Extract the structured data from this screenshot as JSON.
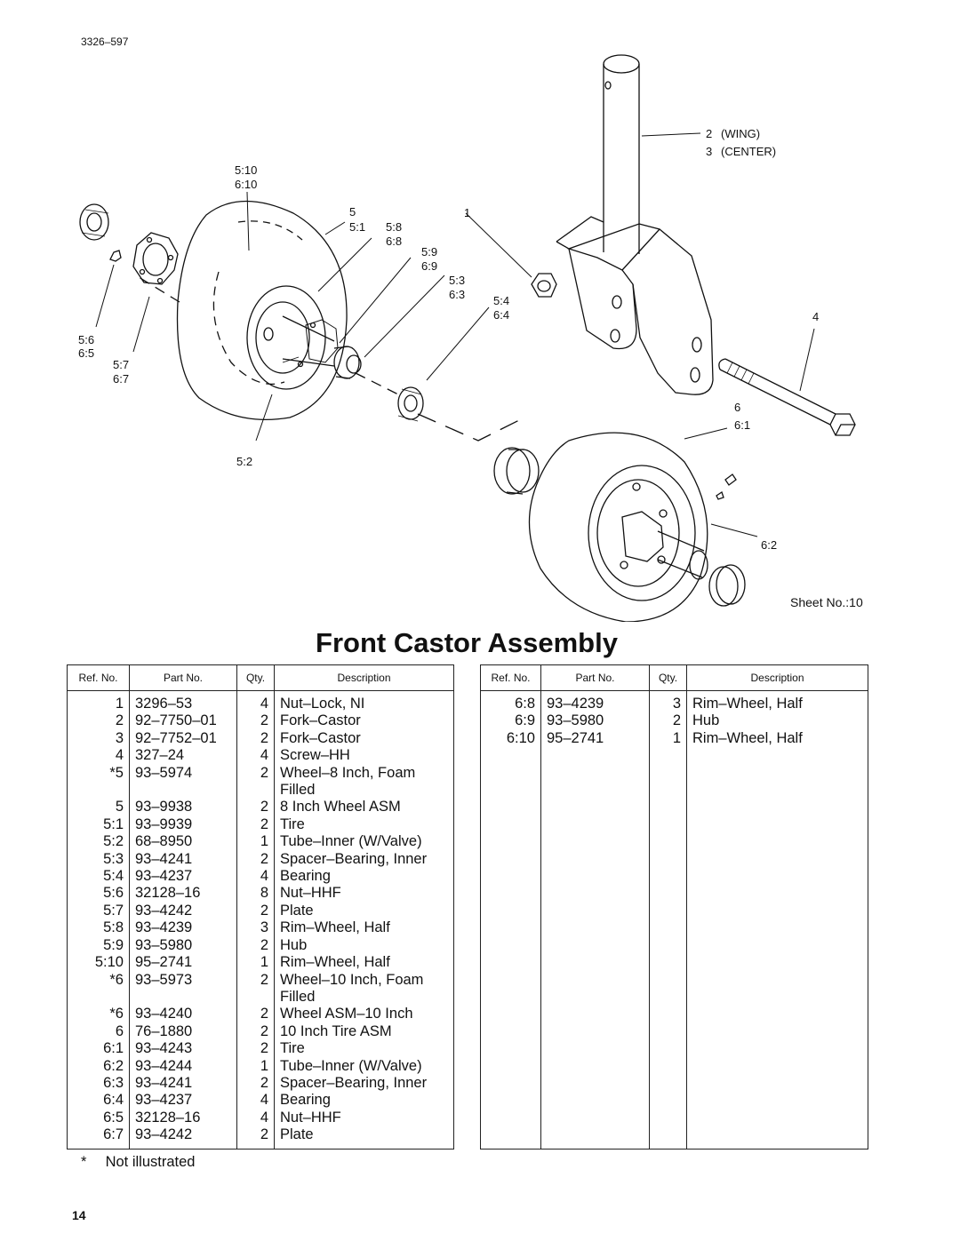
{
  "header": {
    "doc_number": "3326–597"
  },
  "diagram": {
    "callouts": {
      "c510": "5:10",
      "c610": "6:10",
      "c5": "5",
      "c51": "5:1",
      "c58": "5:8",
      "c68": "6:8",
      "c59": "5:9",
      "c69": "6:9",
      "c53": "5:3",
      "c63": "6:3",
      "c54": "5:4",
      "c64": "6:4",
      "c1": "1",
      "c2": "2",
      "c2t": "(WING)",
      "c3": "3",
      "c3t": "(CENTER)",
      "c4": "4",
      "c56": "5:6",
      "c65": "6:5",
      "c57": "5:7",
      "c67": "6:7",
      "c52": "5:2",
      "c6": "6",
      "c61": "6:1",
      "c62": "6:2"
    },
    "sheet_no": "Sheet No.:10"
  },
  "title": "Front Castor Assembly",
  "table_headers": {
    "ref": "Ref. No.",
    "part": "Part No.",
    "qty": "Qty.",
    "desc": "Description"
  },
  "parts_left": [
    {
      "ref": "1",
      "part": "3296–53",
      "qty": "4",
      "desc": "Nut–Lock, NI"
    },
    {
      "ref": "2",
      "part": "92–7750–01",
      "qty": "2",
      "desc": "Fork–Castor"
    },
    {
      "ref": "3",
      "part": "92–7752–01",
      "qty": "2",
      "desc": "Fork–Castor"
    },
    {
      "ref": "4",
      "part": "327–24",
      "qty": "4",
      "desc": "Screw–HH"
    },
    {
      "ref": "*5",
      "part": "93–5974",
      "qty": "2",
      "desc": "Wheel–8 Inch, Foam"
    },
    {
      "ref": "",
      "part": "",
      "qty": "",
      "desc": "Filled"
    },
    {
      "ref": "5",
      "part": "93–9938",
      "qty": "2",
      "desc": "8 Inch Wheel ASM"
    },
    {
      "ref": "5:1",
      "part": "93–9939",
      "qty": "2",
      "desc": "Tire"
    },
    {
      "ref": "5:2",
      "part": "68–8950",
      "qty": "1",
      "desc": "Tube–Inner (W/Valve)"
    },
    {
      "ref": "5:3",
      "part": "93–4241",
      "qty": "2",
      "desc": "Spacer–Bearing, Inner"
    },
    {
      "ref": "5:4",
      "part": "93–4237",
      "qty": "4",
      "desc": "Bearing"
    },
    {
      "ref": "5:6",
      "part": "32128–16",
      "qty": "8",
      "desc": "Nut–HHF"
    },
    {
      "ref": "5:7",
      "part": "93–4242",
      "qty": "2",
      "desc": "Plate"
    },
    {
      "ref": "5:8",
      "part": "93–4239",
      "qty": "3",
      "desc": "Rim–Wheel, Half"
    },
    {
      "ref": "5:9",
      "part": "93–5980",
      "qty": "2",
      "desc": "Hub"
    },
    {
      "ref": "5:10",
      "part": "95–2741",
      "qty": "1",
      "desc": "Rim–Wheel, Half"
    },
    {
      "ref": "*6",
      "part": "93–5973",
      "qty": "2",
      "desc": "Wheel–10 Inch, Foam"
    },
    {
      "ref": "",
      "part": "",
      "qty": "",
      "desc": "Filled"
    },
    {
      "ref": "*6",
      "part": "93–4240",
      "qty": "2",
      "desc": "Wheel ASM–10 Inch"
    },
    {
      "ref": "6",
      "part": "76–1880",
      "qty": "2",
      "desc": "10 Inch Tire ASM"
    },
    {
      "ref": "6:1",
      "part": "93–4243",
      "qty": "2",
      "desc": "Tire"
    },
    {
      "ref": "6:2",
      "part": "93–4244",
      "qty": "1",
      "desc": "Tube–Inner (W/Valve)"
    },
    {
      "ref": "6:3",
      "part": "93–4241",
      "qty": "2",
      "desc": "Spacer–Bearing, Inner"
    },
    {
      "ref": "6:4",
      "part": "93–4237",
      "qty": "4",
      "desc": "Bearing"
    },
    {
      "ref": "6:5",
      "part": "32128–16",
      "qty": "4",
      "desc": "Nut–HHF"
    },
    {
      "ref": "6:7",
      "part": "93–4242",
      "qty": "2",
      "desc": "Plate"
    }
  ],
  "parts_right": [
    {
      "ref": "6:8",
      "part": "93–4239",
      "qty": "3",
      "desc": "Rim–Wheel, Half"
    },
    {
      "ref": "6:9",
      "part": "93–5980",
      "qty": "2",
      "desc": "Hub"
    },
    {
      "ref": "6:10",
      "part": "95–2741",
      "qty": "1",
      "desc": "Rim–Wheel, Half"
    }
  ],
  "footnote": {
    "symbol": "*",
    "text": "Not illustrated"
  },
  "page_number": "14"
}
